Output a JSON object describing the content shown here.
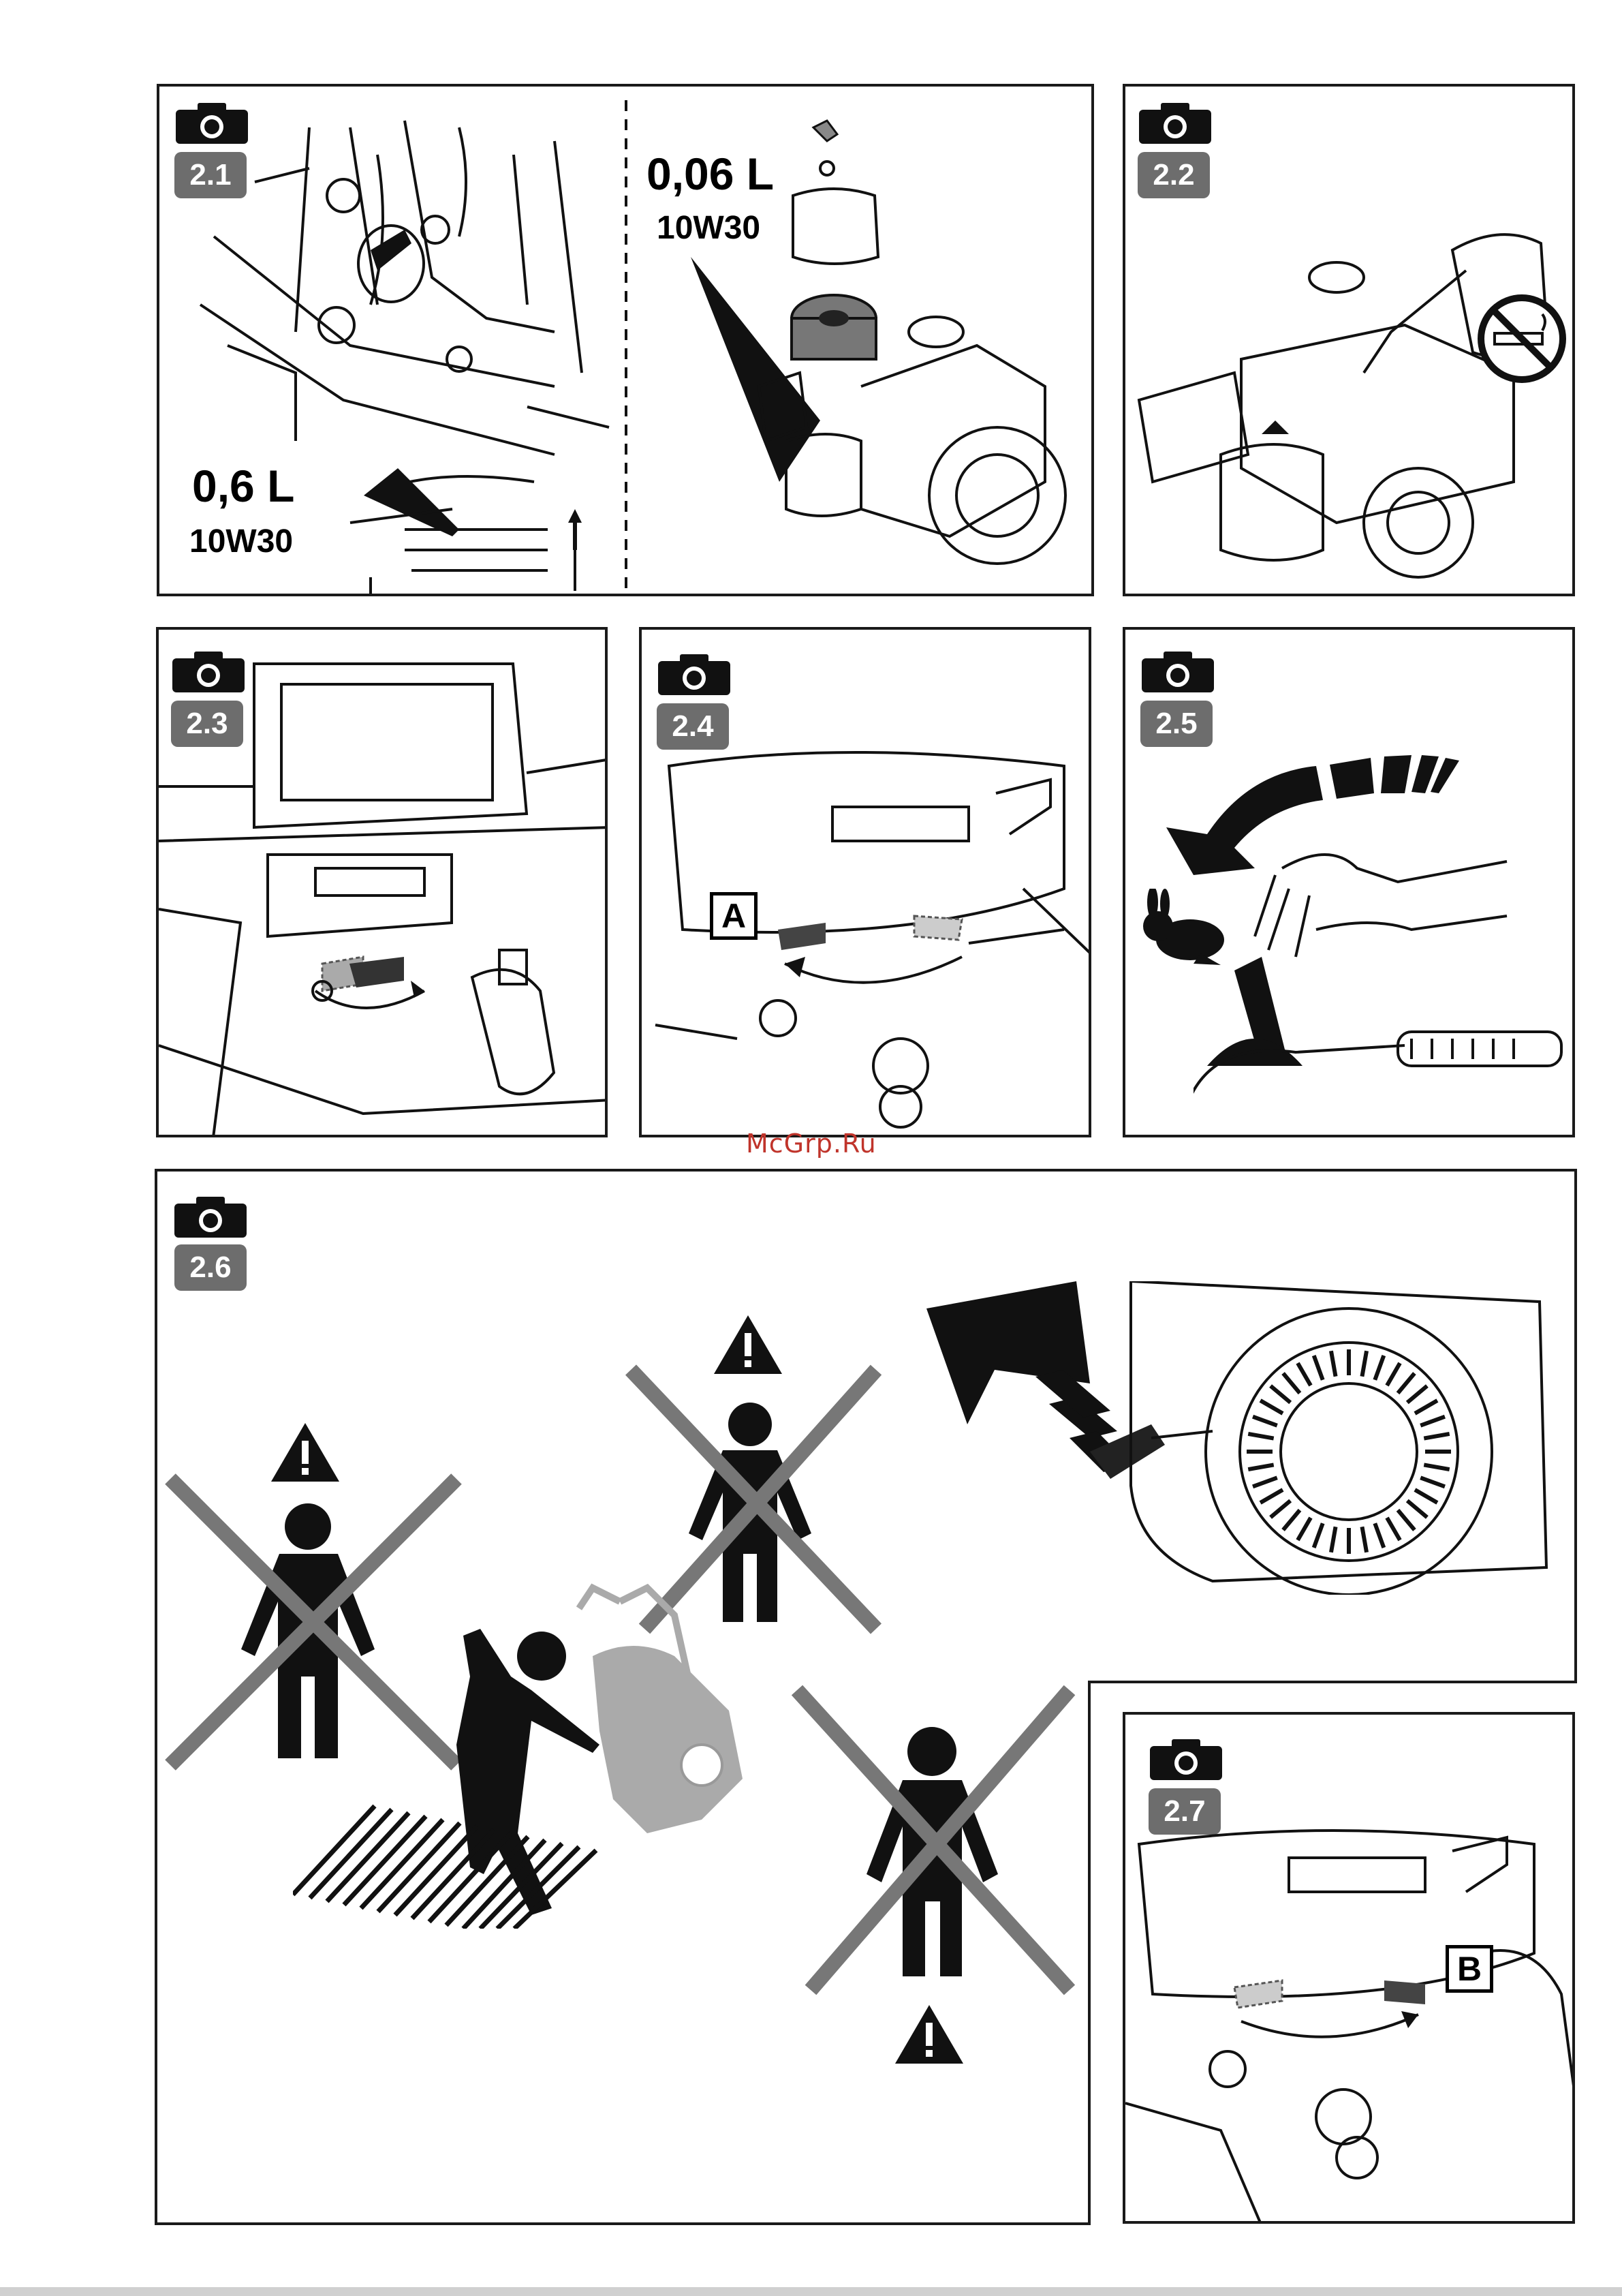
{
  "panels": {
    "p21": {
      "badge": "2.1",
      "left_text": {
        "volume": "0,6 L",
        "grade": "10W30"
      },
      "right_text": {
        "volume": "0,06 L",
        "grade": "10W30"
      }
    },
    "p22": {
      "badge": "2.2"
    },
    "p23": {
      "badge": "2.3"
    },
    "p24": {
      "badge": "2.4",
      "label": "A"
    },
    "p25": {
      "badge": "2.5"
    },
    "p26": {
      "badge": "2.6"
    },
    "p27": {
      "badge": "2.7",
      "label": "B"
    }
  },
  "watermark": "McGrp.Ru",
  "icons": [
    "camera-icon",
    "no-smoking-icon",
    "rabbit-icon",
    "warning-icon",
    "arrow-icon"
  ]
}
